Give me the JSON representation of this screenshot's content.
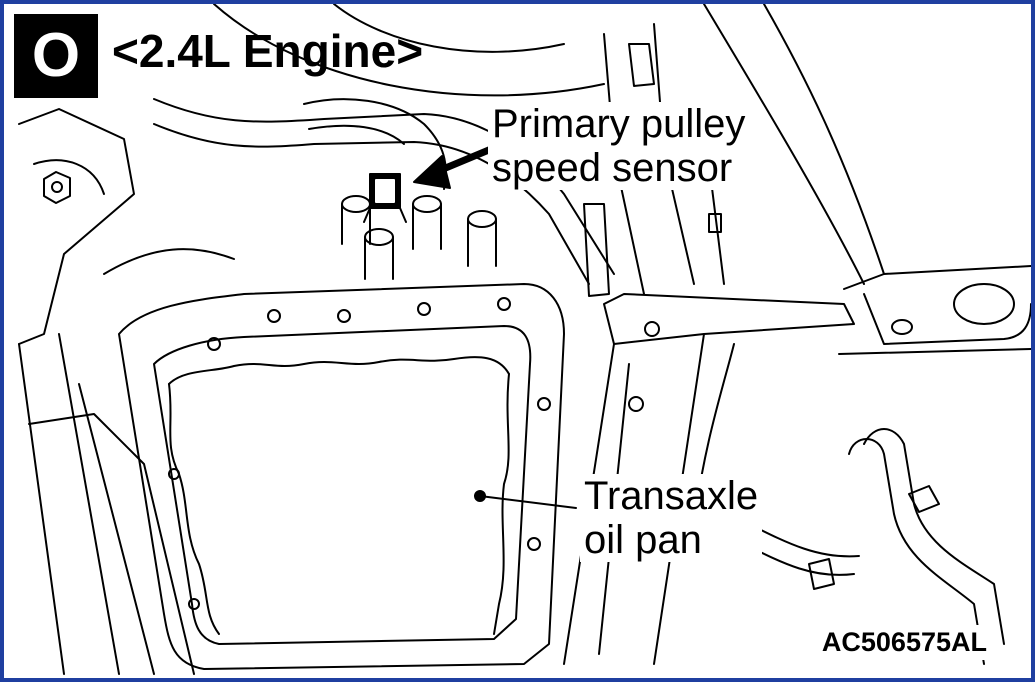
{
  "header": {
    "badge": "O",
    "title": "<2.4L Engine>"
  },
  "callouts": {
    "sensor": [
      "Primary pulley",
      "speed sensor"
    ],
    "oil_pan": [
      "Transaxle",
      "oil pan"
    ]
  },
  "figure_code": "AC506575AL",
  "colors": {
    "border": "#1f3fa0",
    "ink": "#000000",
    "paper": "#ffffff"
  }
}
